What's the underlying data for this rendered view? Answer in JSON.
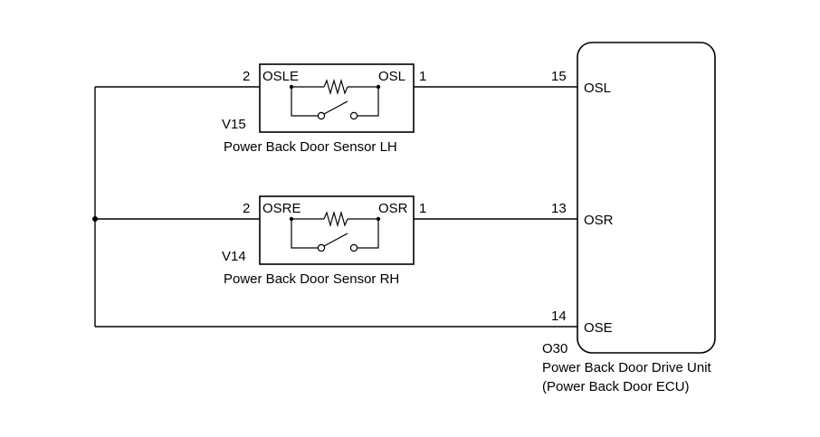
{
  "sensor_lh": {
    "pin_left": "2",
    "pin_left_name": "OSLE",
    "pin_right_name": "OSL",
    "pin_right": "1",
    "code": "V15",
    "name": "Power Back Door Sensor LH"
  },
  "sensor_rh": {
    "pin_left": "2",
    "pin_left_name": "OSRE",
    "pin_right_name": "OSR",
    "pin_right": "1",
    "code": "V14",
    "name": "Power Back Door Sensor RH"
  },
  "ecu": {
    "pins": [
      {
        "number": "15",
        "name": "OSL"
      },
      {
        "number": "13",
        "name": "OSR"
      },
      {
        "number": "14",
        "name": "OSE"
      }
    ],
    "code": "O30",
    "name_line1": "Power Back Door Drive Unit",
    "name_line2": "(Power Back Door ECU)"
  }
}
